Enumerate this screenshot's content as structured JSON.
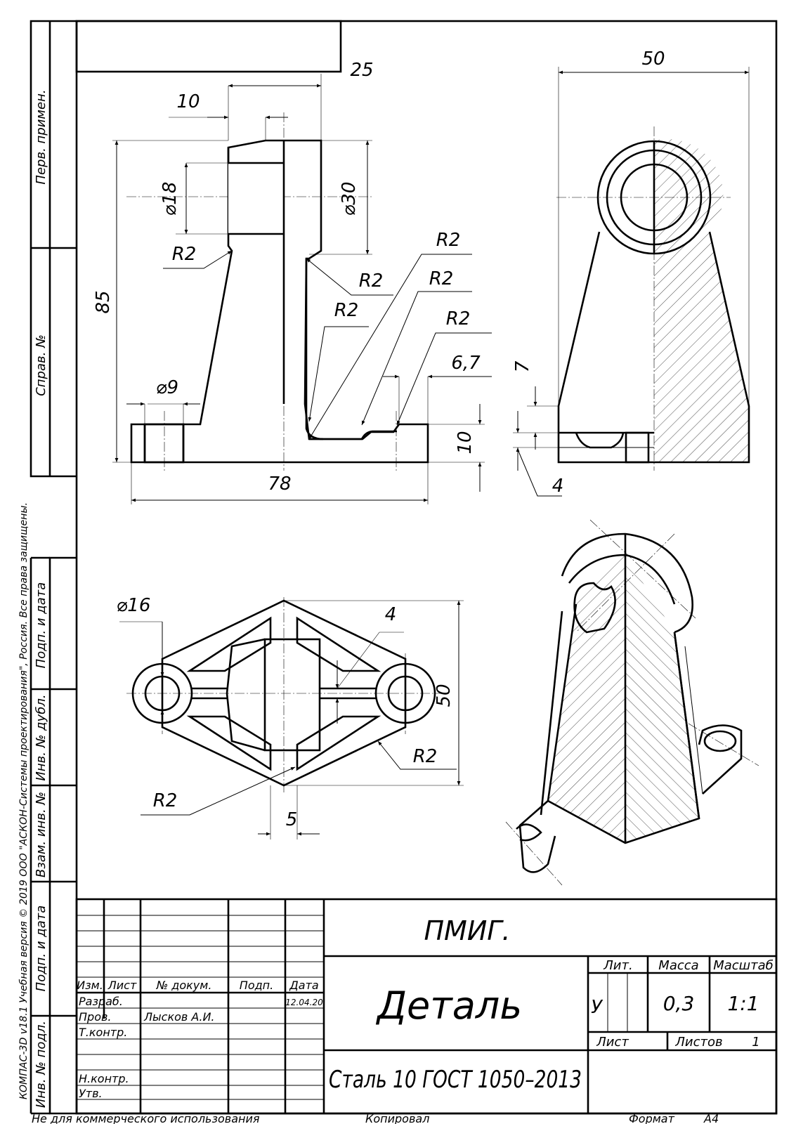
{
  "drawing": {
    "dimensions": {
      "front": [
        "25",
        "10",
        "⌀18",
        "⌀30",
        "R2",
        "R2",
        "R2",
        "R2",
        "R2",
        "R2",
        "85",
        "6,7",
        "⌀9",
        "10",
        "78"
      ],
      "side": [
        "50",
        "7",
        "4"
      ],
      "top": [
        "⌀16",
        "4",
        "50",
        "R2",
        "R2",
        "5"
      ]
    }
  },
  "side_strip": {
    "copyright": "КОМПАС-3D v18.1 Учебная версия © 2019 ООО \"АСКОН-Системы проектирования\", Россия. Все права защищены.",
    "upper_cells": [
      "Перв. примен.",
      "Справ. №"
    ],
    "lower_cells": [
      "Подп. и дата",
      "Инв. № дубл.",
      "Взам. инв. №",
      "Подп. и дата",
      "Инв. № подл."
    ]
  },
  "title_block": {
    "designation": "ПМИГ.",
    "name": "Деталь",
    "material": "Сталь 10  ГОСТ 1050–2013",
    "lit_label": "Лит.",
    "lit_value": "У",
    "mass_label": "Масса",
    "mass_value": "0,3",
    "scale_label": "Масштаб",
    "scale_value": "1:1",
    "sheet_label": "Лист",
    "sheets_label": "Листов",
    "sheets_value": "1",
    "rev_headers": [
      "Изм.",
      "Лист",
      "№ докум.",
      "Подп.",
      "Дата"
    ],
    "signers": [
      {
        "role": "Разраб.",
        "name": "",
        "date": "12.04.20"
      },
      {
        "role": "Пров.",
        "name": "Лысков А.И.",
        "date": ""
      },
      {
        "role": "Т.контр.",
        "name": "",
        "date": ""
      },
      {
        "role": "",
        "name": "",
        "date": ""
      },
      {
        "role": "Н.контр.",
        "name": "",
        "date": ""
      },
      {
        "role": "Утв.",
        "name": "",
        "date": ""
      }
    ]
  },
  "footer": {
    "noncommercial": "Не для коммерческого использования",
    "copied": "Копировал",
    "format_label": "Формат",
    "format_value": "А4"
  }
}
